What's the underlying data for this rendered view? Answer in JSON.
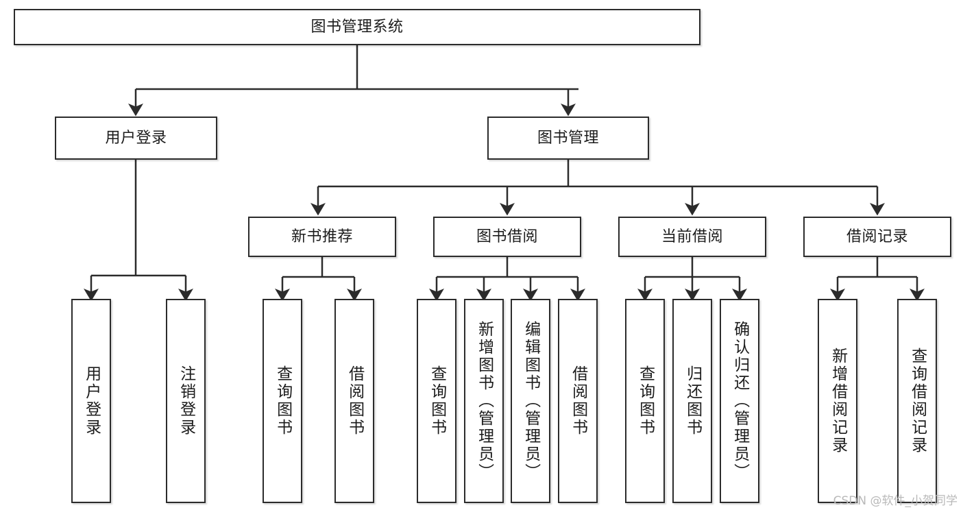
{
  "diagram": {
    "title": "图书管理系统",
    "watermark": "CSDN @软件_小贺同学",
    "type": "hierarchy-tree",
    "accent_color": "#2b2b2b",
    "background": "#ffffff",
    "root": {
      "label": "图书管理系统"
    },
    "level1": [
      {
        "label": "用户登录"
      },
      {
        "label": "图书管理"
      }
    ],
    "level2": [
      {
        "label": "新书推荐"
      },
      {
        "label": "图书借阅"
      },
      {
        "label": "当前借阅"
      },
      {
        "label": "借阅记录"
      }
    ],
    "leaves": {
      "user_login": [
        {
          "label": "用户登录"
        },
        {
          "label": "注销登录"
        }
      ],
      "new_book": [
        {
          "label": "查询图书"
        },
        {
          "label": "借阅图书"
        }
      ],
      "book_borrow": [
        {
          "label": "查询图书"
        },
        {
          "label": "新增图书（管理员）"
        },
        {
          "label": "编辑图书（管理员）"
        },
        {
          "label": "借阅图书"
        }
      ],
      "current_borrow": [
        {
          "label": "查询图书"
        },
        {
          "label": "归还图书"
        },
        {
          "label": "确认归还（管理员）"
        }
      ],
      "borrow_record": [
        {
          "label": "新增借阅记录"
        },
        {
          "label": "查询借阅记录"
        }
      ]
    }
  }
}
